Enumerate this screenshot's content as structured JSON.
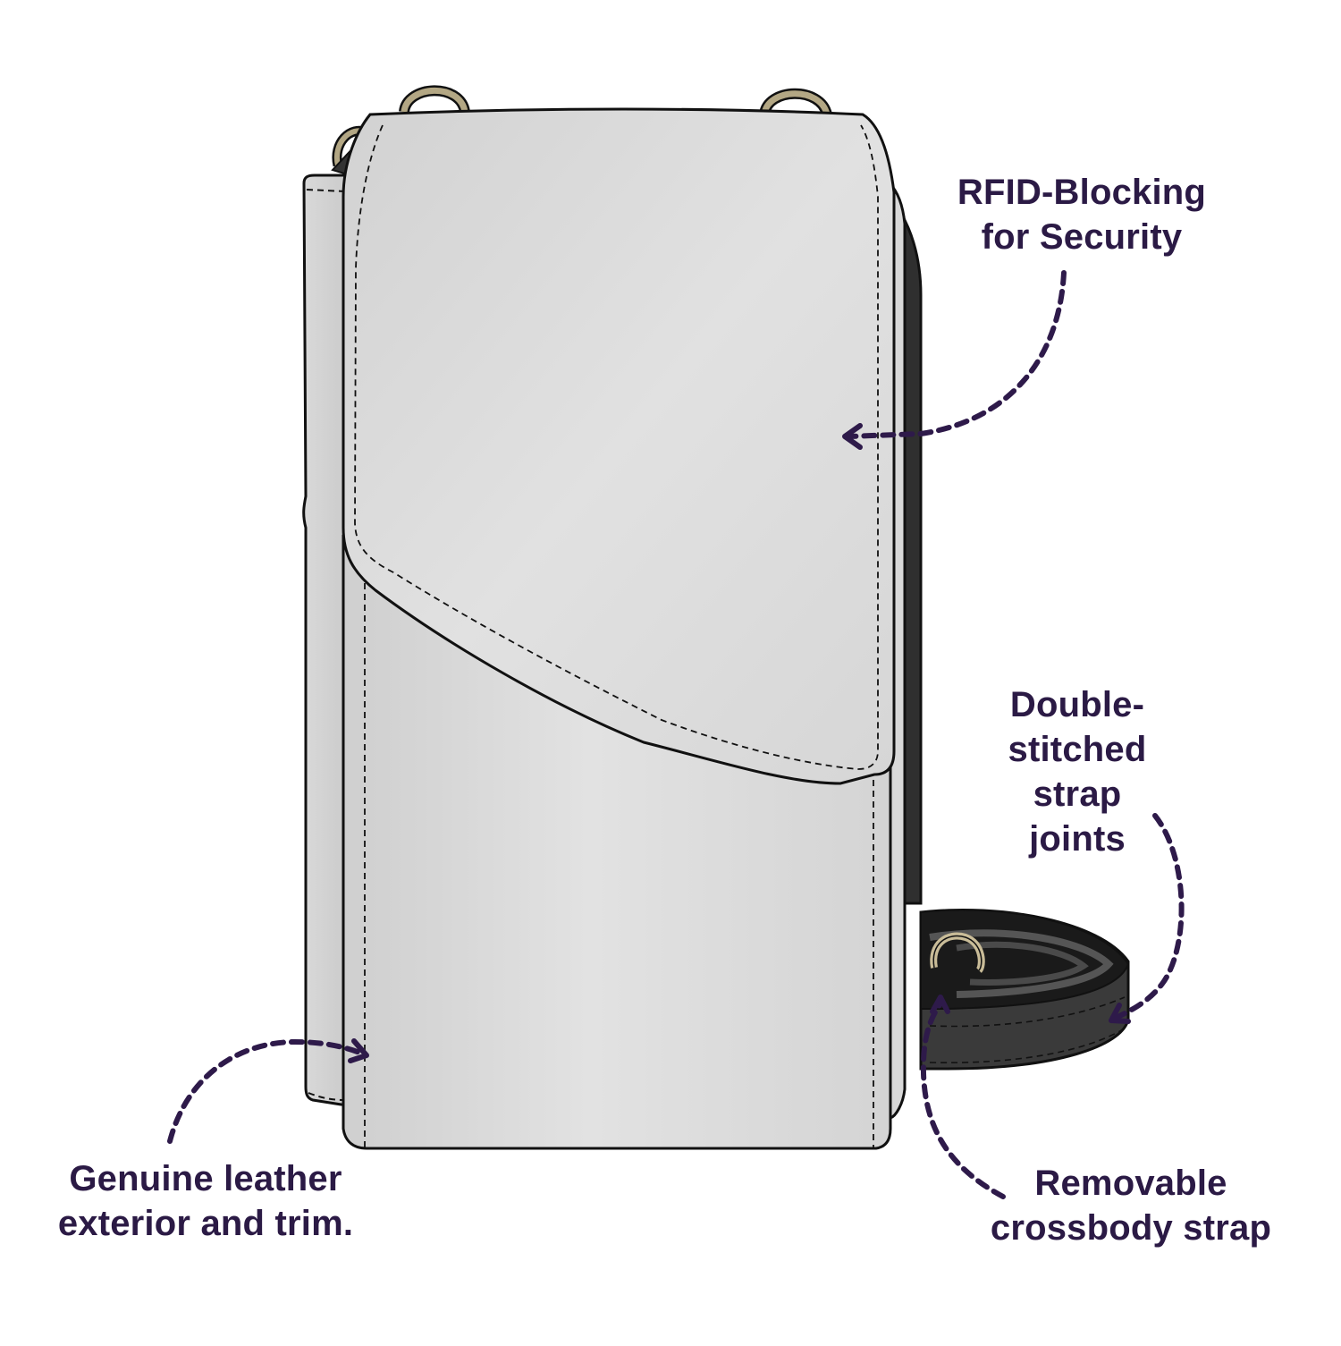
{
  "diagram": {
    "subject": "Crossbody phone wallet bag line drawing",
    "colors": {
      "callout_text": "#2b1a45",
      "arrow": "#2e1a4a",
      "leather_light": "#dcdcdc",
      "leather_shade": "#c8c8c8",
      "outline": "#111111",
      "strap_dark": "#3a3a3a",
      "strap_black": "#151515",
      "ring_metal": "#b9ad8c"
    },
    "callouts": [
      {
        "id": "rfid",
        "lines": [
          "RFID-Blocking",
          "for Security"
        ]
      },
      {
        "id": "double_stitched",
        "lines": [
          "Double-",
          "stitched",
          "strap",
          "joints"
        ]
      },
      {
        "id": "leather",
        "lines": [
          "Genuine leather",
          "exterior and trim."
        ]
      },
      {
        "id": "strap",
        "lines": [
          "Removable",
          "crossbody strap"
        ]
      }
    ]
  }
}
